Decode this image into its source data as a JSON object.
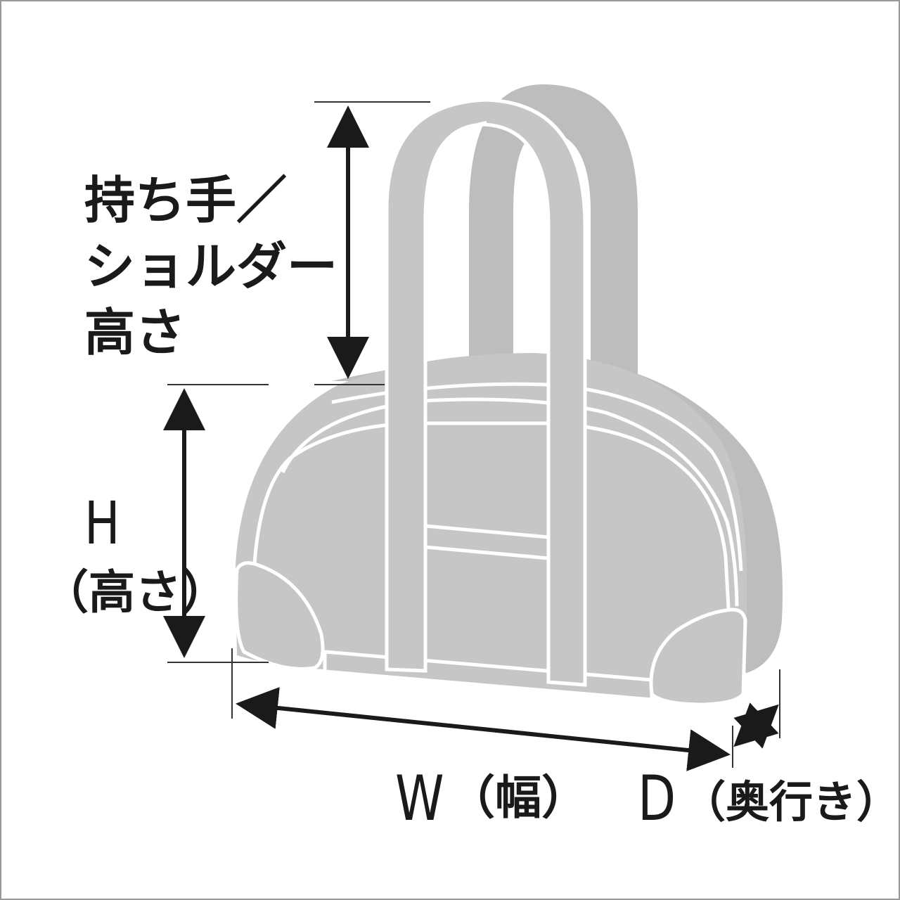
{
  "colors": {
    "bag_fill": "#c6c6c6",
    "bag_shadow": "#bdbdbd",
    "outline": "#ffffff",
    "ink": "#1a1a1a",
    "guide": "#333333",
    "frame": "#9a9a9a"
  },
  "labels": {
    "handle_height": [
      "持ち手／",
      "ショルダー",
      "高さ"
    ],
    "height_letter": "H",
    "height_caption": "（高さ）",
    "width_letter": "W",
    "width_caption": "（幅）",
    "depth_letter": "D",
    "depth_caption": "（奥行き）"
  }
}
